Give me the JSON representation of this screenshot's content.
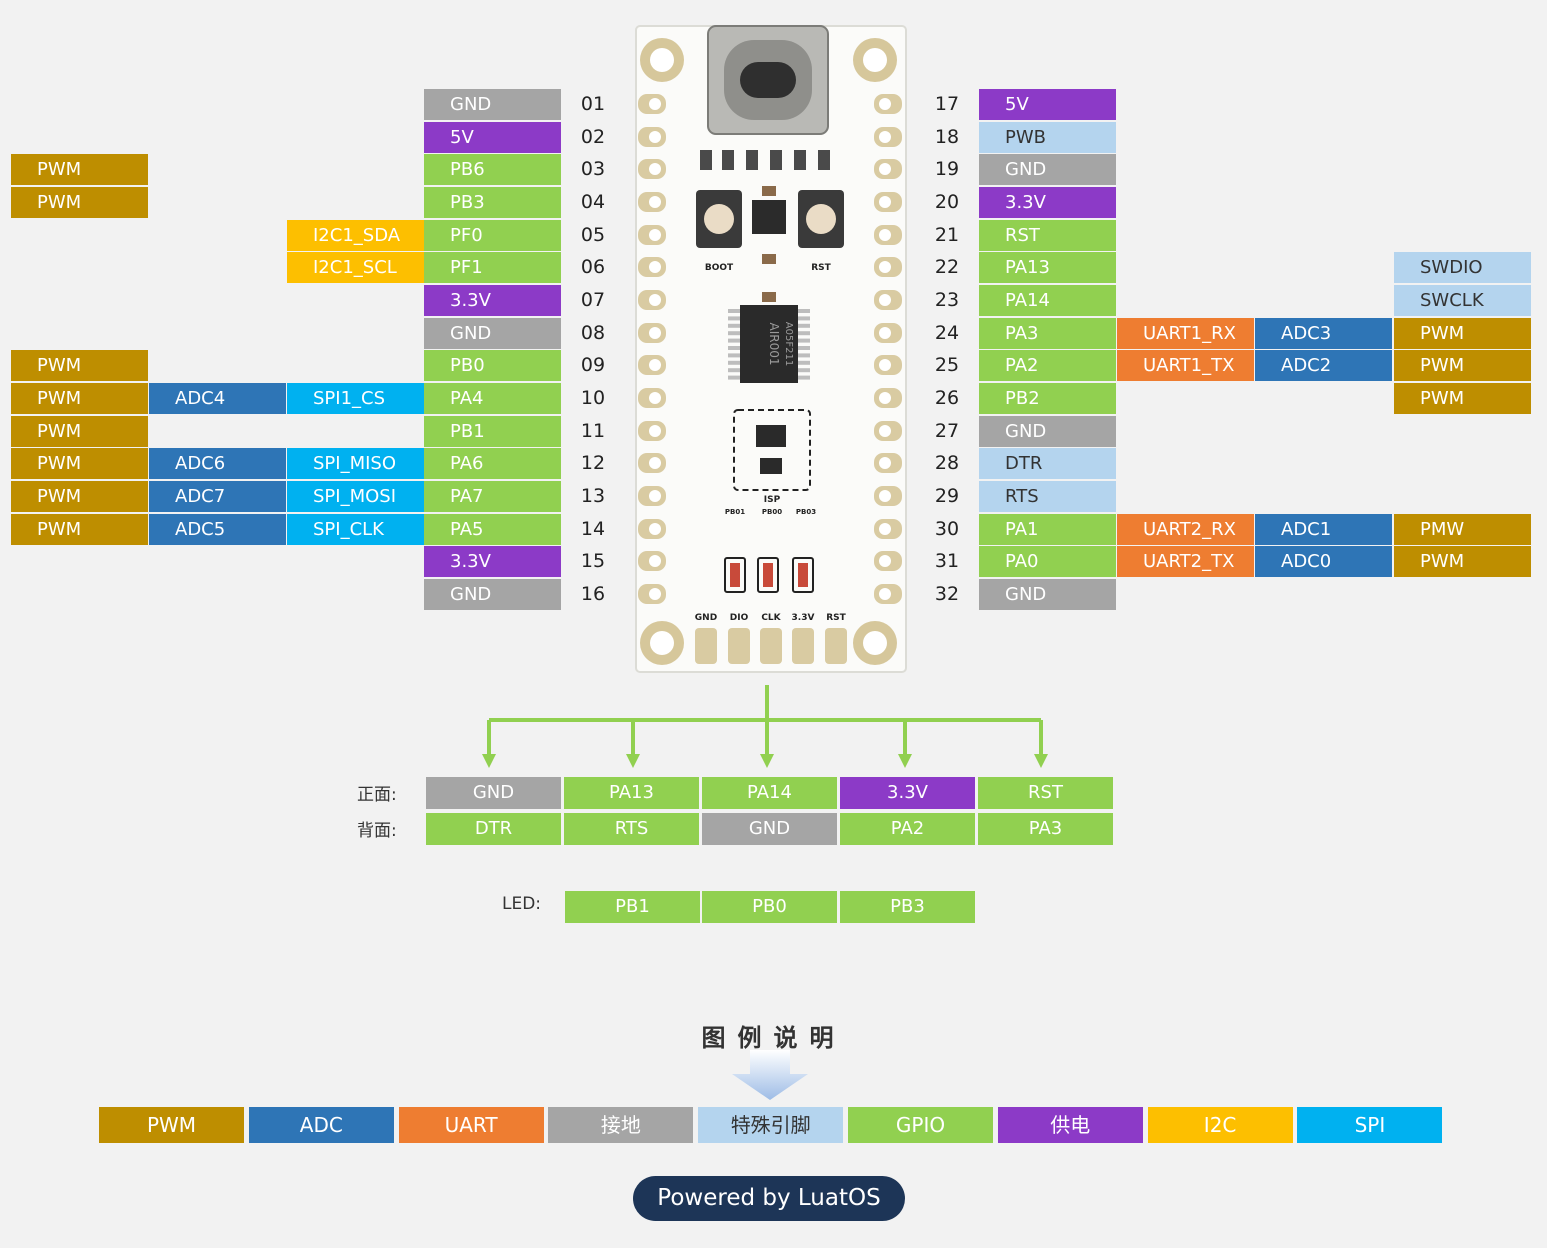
{
  "colors": {
    "PWM": "#be8e00",
    "ADC": "#2e75b6",
    "UART": "#ee7d31",
    "GND": "#a5a5a5",
    "SPECIAL": "#b4d4ee",
    "GPIO": "#91d050",
    "POWER": "#8c3ac7",
    "I2C": "#fdbf00",
    "SPI": "#00b1f0",
    "ARROW": "#91d050",
    "BRAND": "#1d3557"
  },
  "left_pins": [
    {
      "num": "01",
      "name": "GND",
      "type": "GND",
      "funcs": []
    },
    {
      "num": "02",
      "name": "5V",
      "type": "POWER",
      "funcs": []
    },
    {
      "num": "03",
      "name": "PB6",
      "type": "GPIO",
      "funcs": [
        null,
        null,
        {
          "t": "PWM",
          "type": "PWM"
        }
      ]
    },
    {
      "num": "04",
      "name": "PB3",
      "type": "GPIO",
      "funcs": [
        null,
        null,
        {
          "t": "PWM",
          "type": "PWM"
        }
      ]
    },
    {
      "num": "05",
      "name": "PF0",
      "type": "GPIO",
      "funcs": [
        {
          "t": "I2C1_SDA",
          "type": "I2C"
        }
      ]
    },
    {
      "num": "06",
      "name": "PF1",
      "type": "GPIO",
      "funcs": [
        {
          "t": "I2C1_SCL",
          "type": "I2C"
        }
      ]
    },
    {
      "num": "07",
      "name": "3.3V",
      "type": "POWER",
      "funcs": []
    },
    {
      "num": "08",
      "name": "GND",
      "type": "GND",
      "funcs": []
    },
    {
      "num": "09",
      "name": "PB0",
      "type": "GPIO",
      "funcs": [
        null,
        null,
        {
          "t": "PWM",
          "type": "PWM"
        }
      ]
    },
    {
      "num": "10",
      "name": "PA4",
      "type": "GPIO",
      "funcs": [
        {
          "t": "SPI1_CS",
          "type": "SPI"
        },
        {
          "t": "ADC4",
          "type": "ADC"
        },
        {
          "t": "PWM",
          "type": "PWM"
        }
      ]
    },
    {
      "num": "11",
      "name": "PB1",
      "type": "GPIO",
      "funcs": [
        null,
        null,
        {
          "t": "PWM",
          "type": "PWM"
        }
      ]
    },
    {
      "num": "12",
      "name": "PA6",
      "type": "GPIO",
      "funcs": [
        {
          "t": "SPI_MISO",
          "type": "SPI"
        },
        {
          "t": "ADC6",
          "type": "ADC"
        },
        {
          "t": "PWM",
          "type": "PWM"
        }
      ]
    },
    {
      "num": "13",
      "name": "PA7",
      "type": "GPIO",
      "funcs": [
        {
          "t": "SPI_MOSI",
          "type": "SPI"
        },
        {
          "t": "ADC7",
          "type": "ADC"
        },
        {
          "t": "PWM",
          "type": "PWM"
        }
      ]
    },
    {
      "num": "14",
      "name": "PA5",
      "type": "GPIO",
      "funcs": [
        {
          "t": "SPI_CLK",
          "type": "SPI"
        },
        {
          "t": "ADC5",
          "type": "ADC"
        },
        {
          "t": "PWM",
          "type": "PWM"
        }
      ]
    },
    {
      "num": "15",
      "name": "3.3V",
      "type": "POWER",
      "funcs": []
    },
    {
      "num": "16",
      "name": "GND",
      "type": "GND",
      "funcs": []
    }
  ],
  "right_pins": [
    {
      "num": "17",
      "name": "5V",
      "type": "POWER",
      "funcs": []
    },
    {
      "num": "18",
      "name": "PWB",
      "type": "SPECIAL",
      "funcs": []
    },
    {
      "num": "19",
      "name": "GND",
      "type": "GND",
      "funcs": []
    },
    {
      "num": "20",
      "name": "3.3V",
      "type": "POWER",
      "funcs": []
    },
    {
      "num": "21",
      "name": "RST",
      "type": "GPIO",
      "funcs": []
    },
    {
      "num": "22",
      "name": "PA13",
      "type": "GPIO",
      "funcs": [
        null,
        null,
        {
          "t": "SWDIO",
          "type": "SPECIAL"
        }
      ]
    },
    {
      "num": "23",
      "name": "PA14",
      "type": "GPIO",
      "funcs": [
        null,
        null,
        {
          "t": "SWCLK",
          "type": "SPECIAL"
        }
      ]
    },
    {
      "num": "24",
      "name": "PA3",
      "type": "GPIO",
      "funcs": [
        {
          "t": "UART1_RX",
          "type": "UART"
        },
        {
          "t": "ADC3",
          "type": "ADC"
        },
        {
          "t": "PWM",
          "type": "PWM"
        }
      ]
    },
    {
      "num": "25",
      "name": "PA2",
      "type": "GPIO",
      "funcs": [
        {
          "t": "UART1_TX",
          "type": "UART"
        },
        {
          "t": "ADC2",
          "type": "ADC"
        },
        {
          "t": "PWM",
          "type": "PWM"
        }
      ]
    },
    {
      "num": "26",
      "name": "PB2",
      "type": "GPIO",
      "funcs": [
        null,
        null,
        {
          "t": "PWM",
          "type": "PWM"
        }
      ]
    },
    {
      "num": "27",
      "name": "GND",
      "type": "GND",
      "funcs": []
    },
    {
      "num": "28",
      "name": "DTR",
      "type": "SPECIAL",
      "funcs": []
    },
    {
      "num": "29",
      "name": "RTS",
      "type": "SPECIAL",
      "funcs": []
    },
    {
      "num": "30",
      "name": "PA1",
      "type": "GPIO",
      "funcs": [
        {
          "t": "UART2_RX",
          "type": "UART"
        },
        {
          "t": "ADC1",
          "type": "ADC"
        },
        {
          "t": "PMW",
          "type": "PWM"
        }
      ]
    },
    {
      "num": "31",
      "name": "PA0",
      "type": "GPIO",
      "funcs": [
        {
          "t": "UART2_TX",
          "type": "UART"
        },
        {
          "t": "ADC0",
          "type": "ADC"
        },
        {
          "t": "PWM",
          "type": "PWM"
        }
      ]
    },
    {
      "num": "32",
      "name": "GND",
      "type": "GND",
      "funcs": []
    }
  ],
  "board": {
    "chip_text": "AIR001",
    "chip_code": "A05F211",
    "button_left": "BOOT",
    "button_right": "RST",
    "isp_label": "ISP",
    "led_labels": [
      "PB01",
      "PB00",
      "PB03"
    ],
    "bottom_labels": [
      "GND",
      "DIO",
      "CLK",
      "3.3V",
      "RST"
    ]
  },
  "header_table": {
    "front_label": "正面:",
    "back_label": "背面:",
    "front": [
      {
        "t": "GND",
        "type": "GND"
      },
      {
        "t": "PA13",
        "type": "GPIO"
      },
      {
        "t": "PA14",
        "type": "GPIO"
      },
      {
        "t": "3.3V",
        "type": "POWER"
      },
      {
        "t": "RST",
        "type": "GPIO"
      }
    ],
    "back": [
      {
        "t": "DTR",
        "type": "GPIO"
      },
      {
        "t": "RTS",
        "type": "GPIO"
      },
      {
        "t": "GND",
        "type": "GND"
      },
      {
        "t": "PA2",
        "type": "GPIO"
      },
      {
        "t": "PA3",
        "type": "GPIO"
      }
    ]
  },
  "led_row": {
    "label": "LED:",
    "cells": [
      {
        "t": "PB1",
        "type": "GPIO"
      },
      {
        "t": "PB0",
        "type": "GPIO"
      },
      {
        "t": "PB3",
        "type": "GPIO"
      }
    ]
  },
  "legend": {
    "title": "图例说明",
    "items": [
      {
        "t": "PWM",
        "type": "PWM"
      },
      {
        "t": "ADC",
        "type": "ADC"
      },
      {
        "t": "UART",
        "type": "UART"
      },
      {
        "t": "接地",
        "type": "GND"
      },
      {
        "t": "特殊引脚",
        "type": "SPECIAL"
      },
      {
        "t": "GPIO",
        "type": "GPIO"
      },
      {
        "t": "供电",
        "type": "POWER"
      },
      {
        "t": "I2C",
        "type": "I2C"
      },
      {
        "t": "SPI",
        "type": "SPI"
      }
    ]
  },
  "powered_by": "Powered by LuatOS"
}
